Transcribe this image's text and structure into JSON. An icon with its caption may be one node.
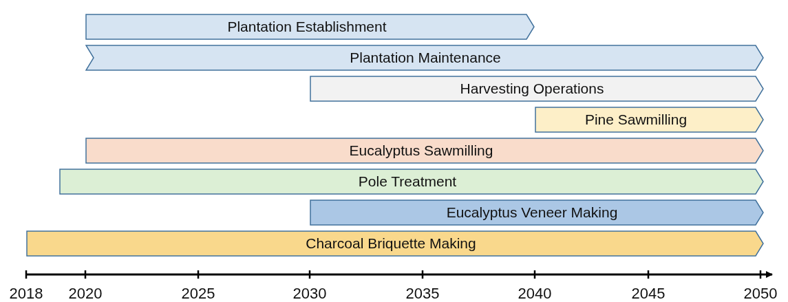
{
  "diagram": {
    "nodes": [
      {
        "text": [
          "Plantation Establishment"
        ]
      },
      {
        "text": [
          "Plantation Maintenance"
        ]
      },
      {
        "text": [
          "Harvesting Operations"
        ]
      },
      {
        "text": [
          "Pine Sawmilling"
        ]
      },
      {
        "text": [
          "Eucalyptus Sawmilling"
        ]
      },
      {
        "text": [
          "Pole Treatment"
        ]
      },
      {
        "text": [
          "Eucalyptus Veneer Making"
        ]
      },
      {
        "text": [
          "Charcoal Briquette Making"
        ]
      }
    ],
    "labels": [
      "2018",
      "2020",
      "2025",
      "2030",
      "2035",
      "2040",
      "2045",
      "2050"
    ]
  }
}
